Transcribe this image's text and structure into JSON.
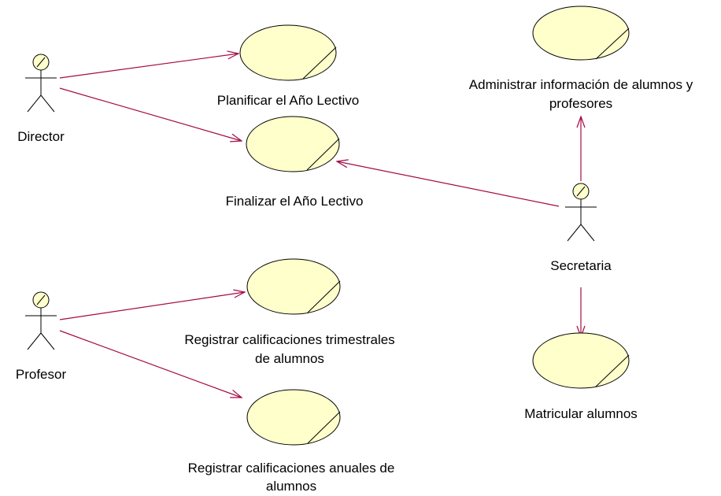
{
  "diagram": {
    "type": "use-case",
    "colors": {
      "use_case_fill": "#ffffcc",
      "outline": "#000000",
      "association_line": "#a50a46"
    },
    "actors": {
      "director": {
        "name": "Director"
      },
      "profesor": {
        "name": "Profesor"
      },
      "secretaria": {
        "name": "Secretaria"
      }
    },
    "use_cases": {
      "planificar": {
        "label": "Planificar el Año Lectivo"
      },
      "finalizar": {
        "label": "Finalizar el Año Lectivo"
      },
      "administrar": {
        "line1": "Administrar información de alumnos y",
        "line2": "profesores"
      },
      "registrar_trimestrales": {
        "line1": "Registrar calificaciones trimestrales",
        "line2": "de alumnos"
      },
      "registrar_anuales": {
        "line1": "Registrar calificaciones anuales de",
        "line2": "alumnos"
      },
      "matricular": {
        "label": "Matricular alumnos"
      }
    },
    "associations": [
      {
        "from": "Director",
        "to": "Planificar el Año Lectivo"
      },
      {
        "from": "Director",
        "to": "Finalizar el Año Lectivo"
      },
      {
        "from": "Secretaria",
        "to": "Finalizar el Año Lectivo"
      },
      {
        "from": "Secretaria",
        "to": "Administrar información de alumnos y profesores"
      },
      {
        "from": "Secretaria",
        "to": "Matricular alumnos"
      },
      {
        "from": "Profesor",
        "to": "Registrar calificaciones trimestrales de alumnos"
      },
      {
        "from": "Profesor",
        "to": "Registrar calificaciones anuales de alumnos"
      }
    ]
  }
}
